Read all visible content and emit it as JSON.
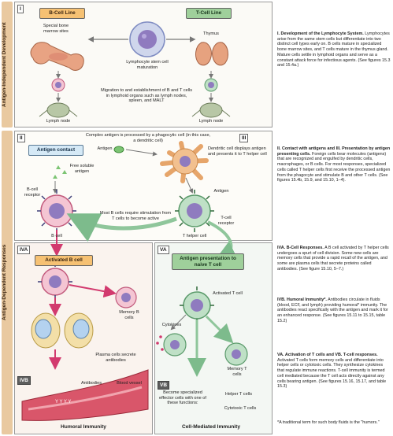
{
  "bands": {
    "top": "Antigen-Independent Development",
    "bottom": "Antigen-Dependent Responses"
  },
  "panel_i": {
    "roman": "I",
    "b_cell_line": "B-Cell Line",
    "t_cell_line": "T-Cell Line",
    "bone_marrow": "Special bone marrow sites",
    "thymus": "Thymus",
    "stem_cell": "Lymphocyte stem cell maturation",
    "migration": "Migration to and establishment of B and T cells in lymphoid organs such as lymph nodes, spleen, and MALT",
    "lymph_node_left": "Lymph node",
    "lymph_node_right": "Lymph node"
  },
  "panel_ii": {
    "roman_ii": "II",
    "roman_iii": "III",
    "complex_antigen": "Complex antigen is processed by a phagocytic cell (in this case, a dendritic cell)",
    "antigen_contact": "Antigen contact",
    "antigen": "Antigen",
    "dendritic": "Dendritic cell displays antigen and presents it to T helper cell",
    "free_antigen": "Free soluble antigen",
    "b_cell_receptor": "B-cell receptor",
    "antigen2": "Antigen",
    "t_cell_receptor": "T-cell receptor",
    "most_b_cells": "Most B cells require stimulation from T cells to become active",
    "b_cell": "B cell",
    "t_helper": "T helper cell"
  },
  "panel_iva": {
    "roman": "IVA",
    "activated_b": "Activated B cell",
    "memory_b": "Memory B cells",
    "plasma": "Plasma cells secrete antibodies",
    "roman_ivb": "IVB",
    "antibodies": "Antibodies",
    "blood_vessel": "Blood vessel",
    "humoral": "Humoral Immunity"
  },
  "panel_va": {
    "roman": "VA",
    "antigen_presentation": "Antigen presentation to naive T cell",
    "activated_t": "Activated T cell",
    "cytokines": "Cytokines",
    "memory_t": "Memory T cells",
    "roman_vb": "VB",
    "become_effector": "Become specialized effector cells with one of these functions:",
    "helper_t": "Helper T cells",
    "cytotoxic_t": "Cytotoxic T cells",
    "cell_mediated": "Cell-Mediated Immunity"
  },
  "side_text": {
    "s1_title": "I. Development of the Lymphocyte System.",
    "s1_body": "Lymphocytes arise from the same stem cells but differentiate into two distinct cell types early on. B cells mature in specialized bone marrow sites, and T cells mature in the thymus gland. Mature cells settle in lymphoid organs and serve as a constant attack force for infectious agents. (See figures 15.3 and 15.4a.)",
    "s2_title": "II. Contact with antigens and III. Presentation by antigen presenting cells.",
    "s2_body": "Foreign cells bear molecules (antigens) that are recognized and engulfed by dendritic cells, macrophages, or B cells. For most responses, specialized cells called T helper cells first receive the processed antigen from the phagocyte and stimulate B and other T cells. (See figures 15.4b, 15.9, and 15.10, 1–4).",
    "s3_title": "IVA. B-Cell Responses.",
    "s3_body": "A B cell activated by T helper cells undergoes a spurt of cell division. Some new cells are memory cells that provide a rapid recall of the antigen, and some are plasma cells that secrete proteins called antibodies. (See figure 15.10, 5–7.)",
    "s4_title": "IVB. Humoral Immunity*.",
    "s4_body": "Antibodies circulate in fluids (blood, ECF, and lymph) providing humoral* immunity. The antibodies react specifically with the antigen and mark it for an enhanced response. (See figures 15.11 to 15.15, table 15.2)",
    "s5_title": "VA. Activation of T cells and VB. T-cell responses.",
    "s5_body": "Activated T cells form memory cells and differentiate into helper cells or cytotoxic cells. They synthesize cytokines that regulate immune reactions. T-cell immunity is termed cell mediated because the T cell acts directly against any cells bearing antigen. (See figures 15.16, 15.17, and table 15.3)",
    "footnote": "*A traditional term for such body fluids is the \"humors.\""
  },
  "colors": {
    "band": "#e9c9a0",
    "b_cell_tag": "#f6c173",
    "t_cell_tag": "#9fd09b",
    "b_cell_body": "#f4c5d3",
    "t_cell_body": "#bfe0c6",
    "arrow_pink": "#d23a6e",
    "arrow_green": "#8fc69b",
    "nucleus": "#8f7bbf"
  }
}
